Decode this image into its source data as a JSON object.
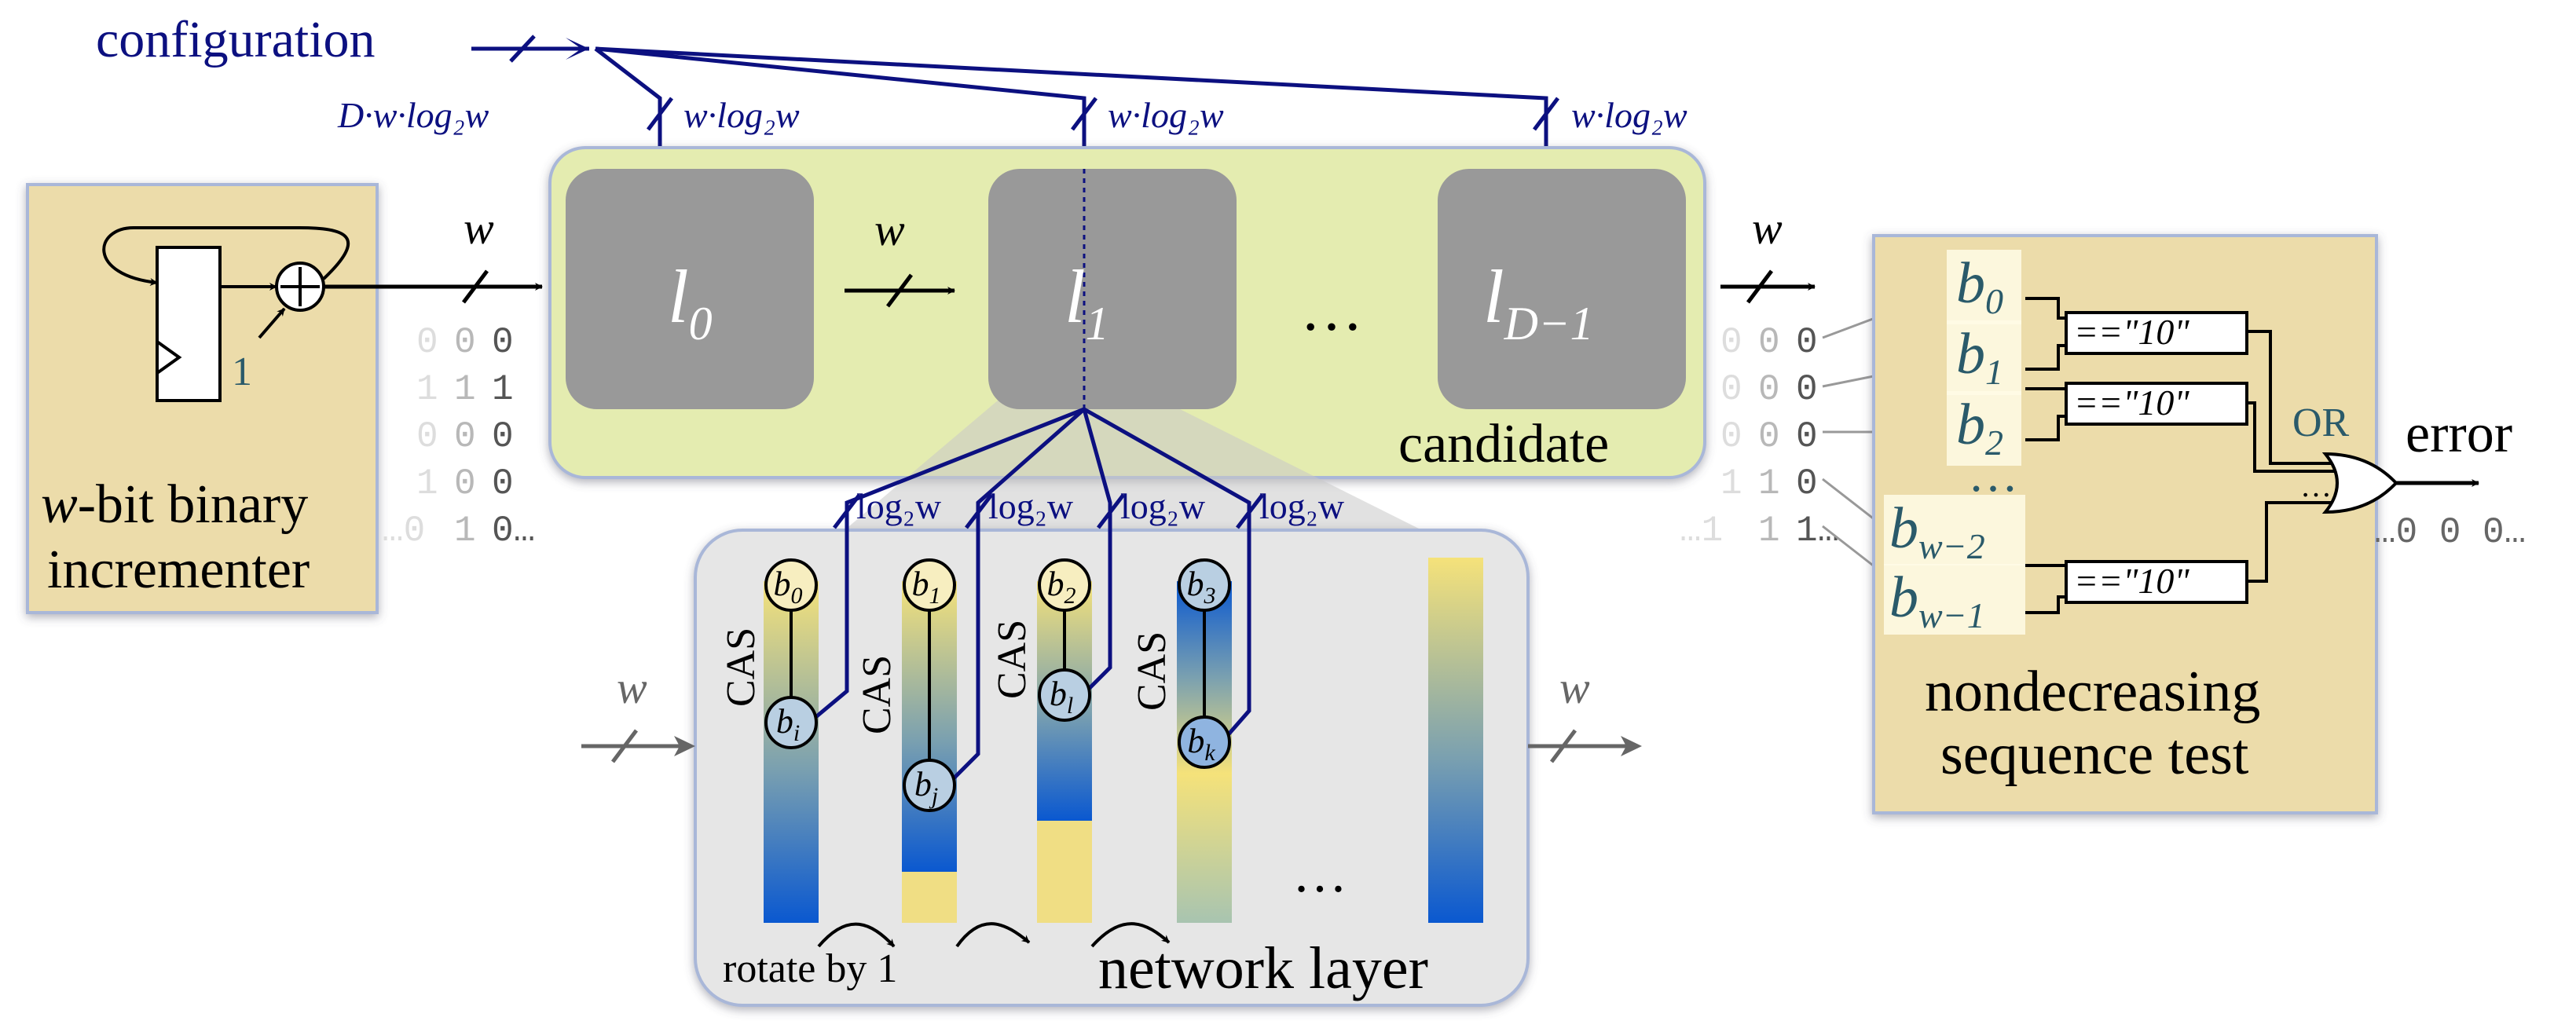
{
  "config": {
    "label": "configuration",
    "bus_total": "D·w·log₂w",
    "bus_layer": "w·log₂w"
  },
  "incrementer": {
    "line1": "w-bit binary",
    "line2": "incrementer",
    "inc_value": "1"
  },
  "candidate": {
    "label": "candidate",
    "layers": [
      "l0",
      "l1",
      "lD−1"
    ],
    "ellipsis": "…"
  },
  "wires": {
    "w": "w"
  },
  "bits_left": [
    [
      "0",
      "0",
      "0"
    ],
    [
      "1",
      "1",
      "1"
    ],
    [
      "0",
      "0",
      "0"
    ],
    [
      "1",
      "0",
      "0"
    ],
    [
      "…0",
      "1",
      "0…"
    ]
  ],
  "bits_right": [
    [
      "0",
      "0",
      "0"
    ],
    [
      "0",
      "0",
      "0"
    ],
    [
      "0",
      "0",
      "0"
    ],
    [
      "1",
      "1",
      "0"
    ],
    [
      "…1",
      "1",
      "1…"
    ]
  ],
  "network": {
    "label": "network layer",
    "rotate": "rotate by 1",
    "cas": "CAS",
    "bus": "log₂w",
    "nodes": [
      "b0",
      "bi",
      "b1",
      "bj",
      "b2",
      "bl",
      "b3",
      "bk"
    ],
    "ellipsis": "…"
  },
  "test": {
    "line1": "nondecreasing",
    "line2": "sequence test",
    "bits": [
      "b0",
      "b1",
      "b2",
      "…",
      "bw−2",
      "bw−1"
    ],
    "cmp": "==\"10\"",
    "or": "OR",
    "output": "error",
    "out_bits": "…0 0 0…",
    "dots": "…"
  },
  "colors": {
    "navy": "#0c1080",
    "teal": "#2a5a6a",
    "tan": "#ecdcaa",
    "green": "#e4ecb0",
    "gray_box": "#999999",
    "panel": "#e8e8e8"
  }
}
